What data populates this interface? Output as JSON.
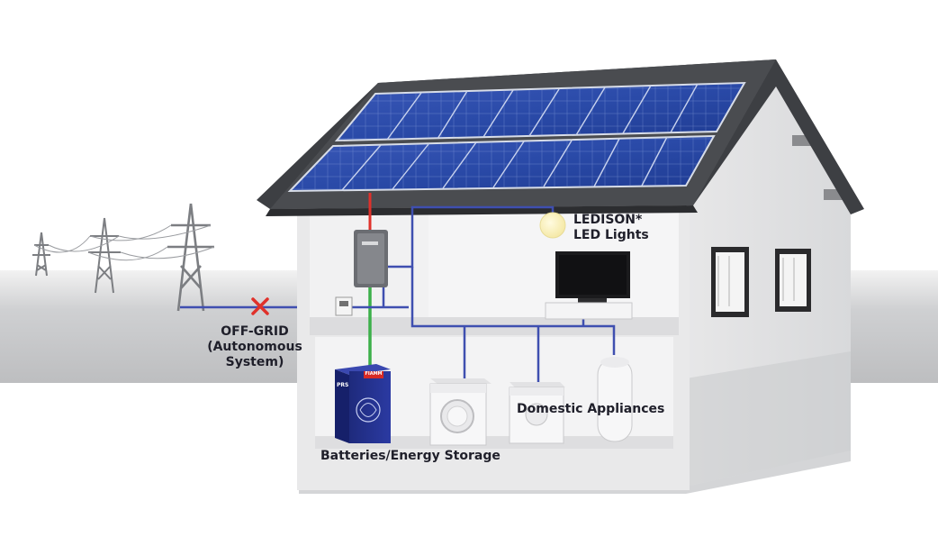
{
  "labels": {
    "lights_line1": "LEDISON*",
    "lights_line2": "LED Lights",
    "offgrid_line1": "OFF-GRID",
    "offgrid_line2": "(Autonomous",
    "offgrid_line3": "System)",
    "appliances": "Domestic Appliances",
    "batteries": "Batteries/Energy Storage",
    "battery_brand": "FIAMM",
    "battery_model": "PRS"
  },
  "colors": {
    "pv_line": "#e0312b",
    "dc_line": "#3cb04a",
    "ac_line": "#3f4fb0",
    "disconnect_mark": "#e0312b",
    "battery_body": "#23308a"
  },
  "icons": {
    "grid": "power-pylon-icon",
    "disconnect": "x-mark-icon"
  }
}
